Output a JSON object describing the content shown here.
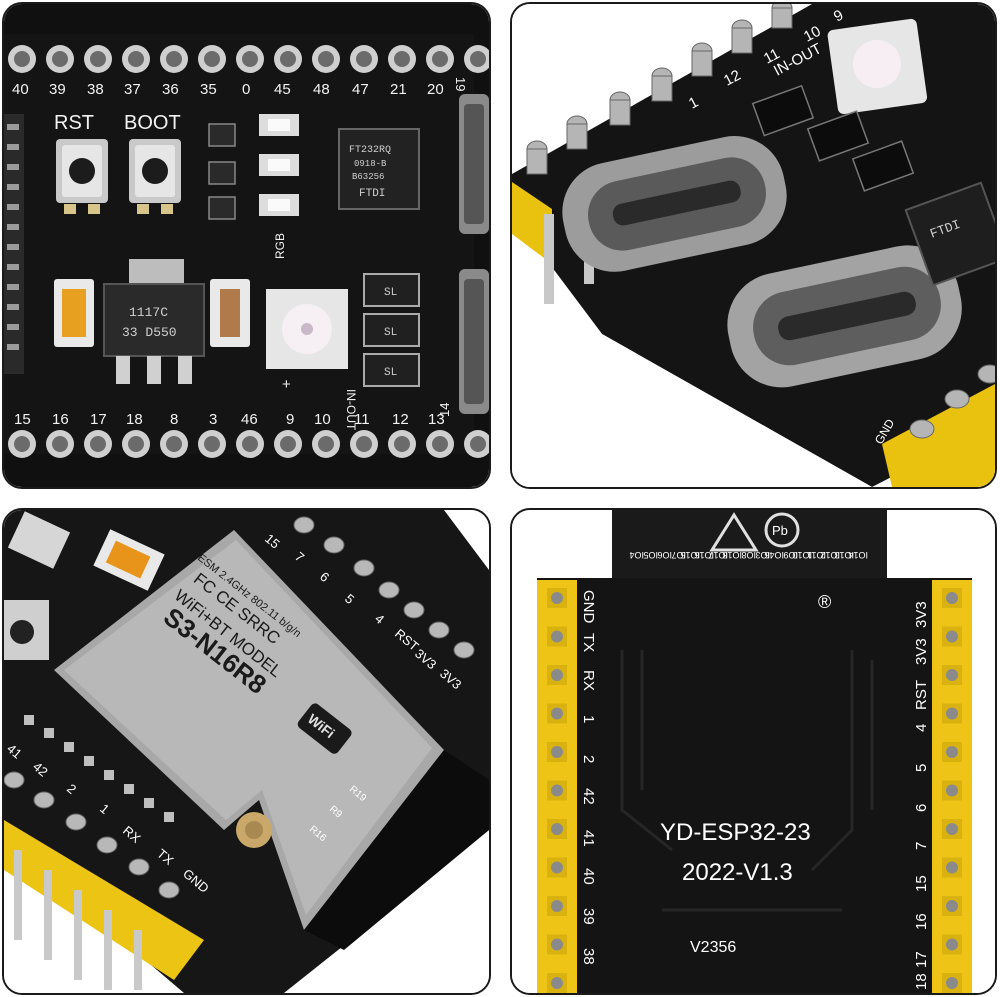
{
  "panel1": {
    "top_pins": [
      "40",
      "39",
      "38",
      "37",
      "36",
      "35",
      "0",
      "45",
      "48",
      "47",
      "21",
      "20",
      "19"
    ],
    "bottom_pins": [
      "15",
      "16",
      "17",
      "18",
      "8",
      "3",
      "46",
      "9",
      "10",
      "11",
      "12",
      "13",
      "14"
    ],
    "rst_label": "RST",
    "boot_label": "BOOT",
    "rgb_label": "RGB",
    "in_out_label": "IN-OUT",
    "plus_label": "+",
    "regulator_line1": "1117C",
    "regulator_line2": "33  D550",
    "ftdi_chip_line1": "FT232RQ",
    "ftdi_chip_line2": "0918-B",
    "ftdi_chip_line3": "B63256",
    "ftdi_chip_line4": "FTDI",
    "diode_label": "SL"
  },
  "panel2": {
    "pin_labels": [
      "1",
      "12",
      "11",
      "10",
      "9"
    ],
    "in_out_label": "IN-OUT",
    "gnd_label": "GND",
    "ftdi_label": "FTDI"
  },
  "panel3": {
    "module_line1": "S3-N16R8",
    "module_line2": "WiFi+BT MODEL",
    "module_line3": "FC CE SRRC",
    "module_line4": "ESM 2.4GHz 802.11 b/g/n",
    "wifi_label": "WiFi",
    "right_pins": [
      "15",
      "7",
      "6",
      "5",
      "4",
      "RST",
      "3V3",
      "3V3"
    ],
    "left_pins": [
      "41",
      "42",
      "2",
      "1",
      "RX",
      "TX",
      "GND"
    ],
    "component_labels": [
      "R19",
      "R9",
      "R16"
    ]
  },
  "panel4": {
    "left_pins": [
      "GND",
      "TX",
      "RX",
      "1",
      "2",
      "42",
      "41",
      "40",
      "39",
      "38"
    ],
    "right_pins": [
      "3V3",
      "3V3",
      "RST",
      "4",
      "5",
      "6",
      "7",
      "15",
      "16",
      "17",
      "18"
    ],
    "board_name": "YD-ESP32-23",
    "board_version": "2022-V1.3",
    "serial": "V2356",
    "registered": "®",
    "pb_label": "Pb",
    "io_labels": [
      "IO4",
      "IO5",
      "IO6",
      "IO7",
      "IO15",
      "IO16",
      "IO17",
      "IO18",
      "IO8",
      "IO3",
      "IO46",
      "IO9",
      "IO10",
      "IO11",
      "IO12",
      "IO13",
      "IO14"
    ]
  }
}
